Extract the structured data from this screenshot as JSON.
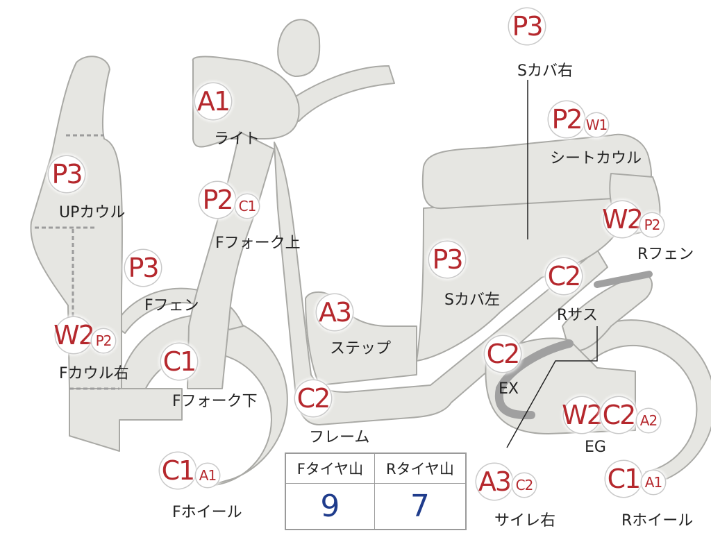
{
  "parts": {
    "light": {
      "label": "ライト",
      "badges": [
        "A1"
      ]
    },
    "ffork_upper": {
      "label": "Fフォーク上",
      "badges": [
        "P2",
        "C1"
      ]
    },
    "up_cowl": {
      "label": "UPカウル",
      "badges": [
        "P3"
      ]
    },
    "f_fender": {
      "label": "Fフェン",
      "badges": [
        "P3"
      ]
    },
    "f_cowl_right": {
      "label": "Fカウル右",
      "badges": [
        "W2",
        "P2"
      ]
    },
    "ffork_lower": {
      "label": "Fフォーク下",
      "badges": [
        "C1"
      ]
    },
    "f_wheel": {
      "label": "Fホイール",
      "badges": [
        "C1",
        "A1"
      ]
    },
    "step": {
      "label": "ステップ",
      "badges": [
        "A3"
      ]
    },
    "frame": {
      "label": "フレーム",
      "badges": [
        "C2"
      ]
    },
    "s_cover_left": {
      "label": "Sカバ左",
      "badges": [
        "P3"
      ]
    },
    "s_cover_right": {
      "label": "Sカバ右",
      "badges": [
        "P3"
      ]
    },
    "seat_cowl": {
      "label": "シートカウル",
      "badges": [
        "P2",
        "W1"
      ]
    },
    "r_fender": {
      "label": "Rフェン",
      "badges": [
        "W2",
        "P2"
      ]
    },
    "r_sus": {
      "label": "Rサス",
      "badges": [
        "C2"
      ]
    },
    "ex": {
      "label": "EX",
      "badges": [
        "C2"
      ]
    },
    "eg": {
      "label": "EG",
      "badges": [
        "W2",
        "C2",
        "A2"
      ]
    },
    "muffler_right": {
      "label": "サイレ右",
      "badges": [
        "A3",
        "C2"
      ]
    },
    "r_wheel": {
      "label": "Rホイール",
      "badges": [
        "C1",
        "A1"
      ]
    }
  },
  "tire_table": {
    "headers": [
      "Fタイヤ山",
      "Rタイヤ山"
    ],
    "values": [
      "9",
      "7"
    ]
  },
  "colors": {
    "part_fill": "#e6e6e2",
    "part_stroke": "#a9a9a5",
    "badge_text": "#b5282d",
    "table_value": "#1f3c8c"
  }
}
